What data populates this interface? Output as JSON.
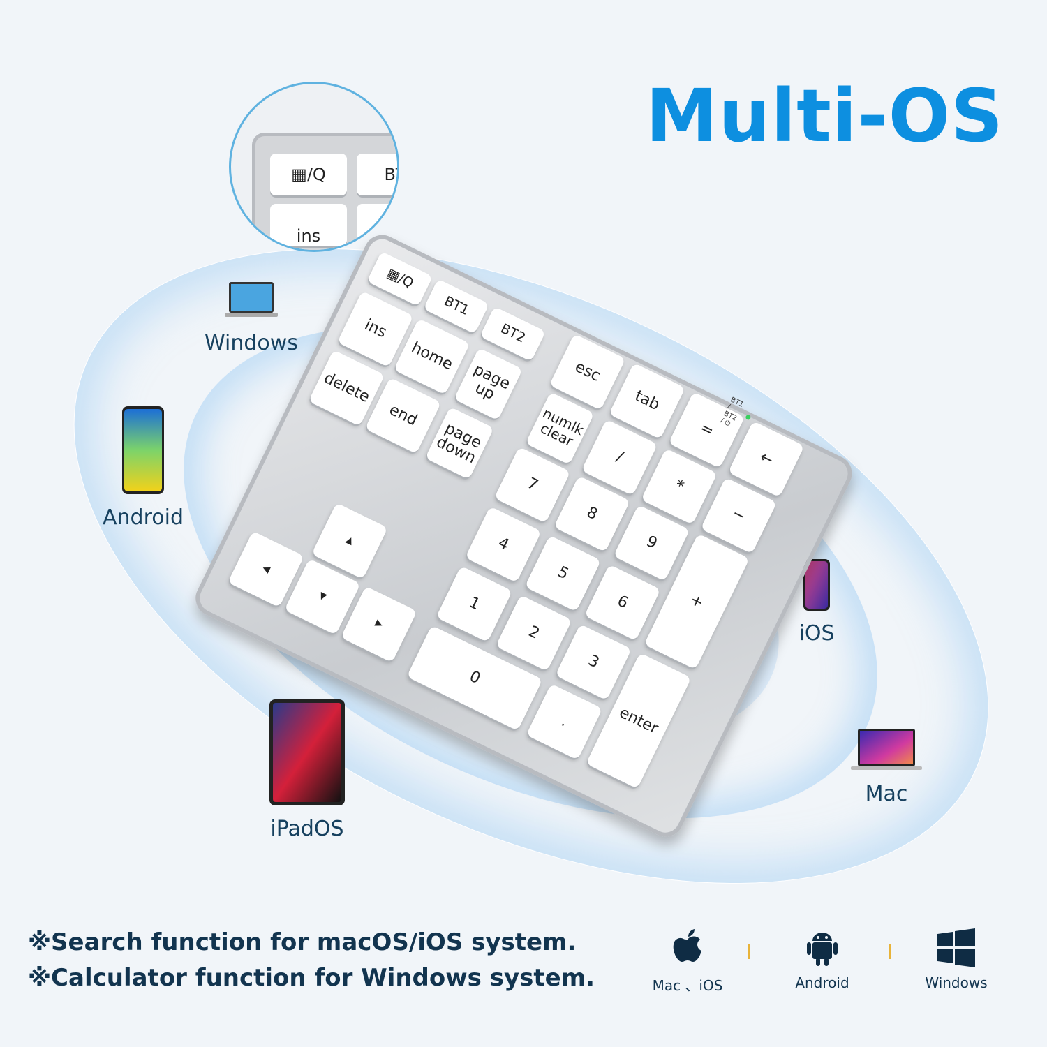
{
  "title": "Multi-OS",
  "devices": [
    {
      "label": "Windows",
      "icon": "laptop-icon"
    },
    {
      "label": "Android",
      "icon": "phone-icon"
    },
    {
      "label": "iPadOS",
      "icon": "tablet-icon"
    },
    {
      "label": "iOS",
      "icon": "phone-icon"
    },
    {
      "label": "Mac",
      "icon": "laptop-icon"
    }
  ],
  "zoom_callout": {
    "keys": [
      "▦/Q",
      "BT",
      "ins"
    ]
  },
  "keyboard": {
    "fn_row": [
      "▦/Q",
      "BT1",
      "BT2"
    ],
    "nav_keys": [
      "ins",
      "home",
      "page up",
      "delete",
      "end",
      "page down"
    ],
    "arrows": [
      "▲",
      "◀",
      "▼",
      "▶"
    ],
    "numpad": [
      "esc",
      "tab",
      "=",
      "←",
      "numlk clear",
      "/",
      "*",
      "−",
      "7",
      "8",
      "9",
      "+",
      "4",
      "5",
      "6",
      "1",
      "2",
      "3",
      "enter",
      "0",
      "."
    ],
    "indicator_label": "BT1 / BT2 / ⏻",
    "indicator_color": "#3ad060"
  },
  "notes": [
    "※Search function for macOS/iOS system.",
    "※Calculator function for Windows system."
  ],
  "os_support": [
    {
      "label": "Mac 、iOS",
      "icon": "apple-icon"
    },
    {
      "label": "Android",
      "icon": "android-icon"
    },
    {
      "label": "Windows",
      "icon": "windows-icon"
    }
  ],
  "colors": {
    "accent": "#0d8fe0",
    "text": "#12344f",
    "separator": "#e8b33a"
  }
}
